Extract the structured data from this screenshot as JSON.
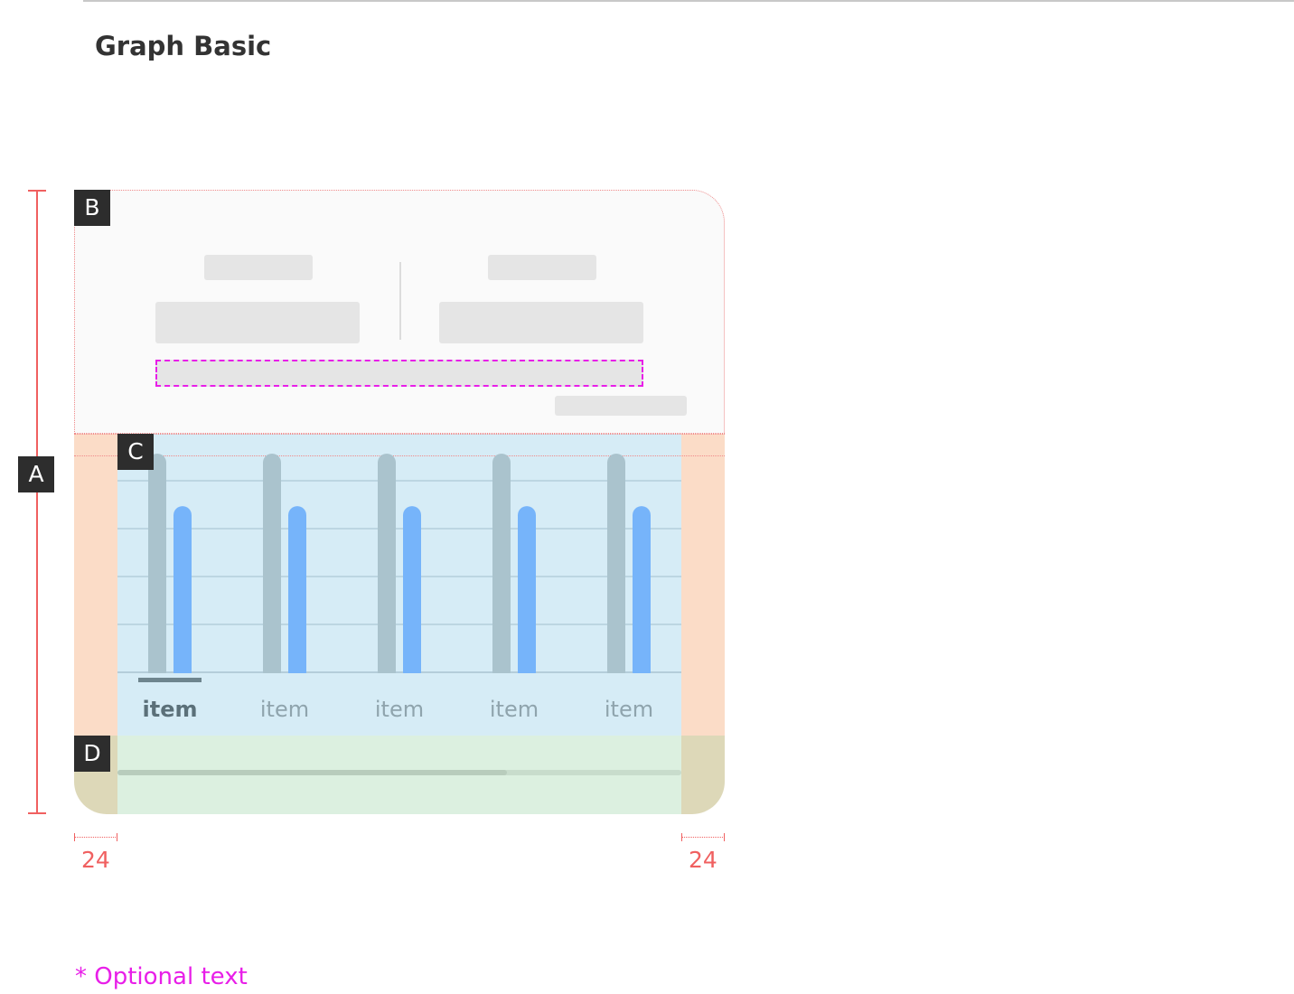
{
  "page": {
    "title": "Graph Basic"
  },
  "tags": {
    "a": "A",
    "b": "B",
    "c": "C",
    "d": "D"
  },
  "chart_data": {
    "type": "bar",
    "categories": [
      "item",
      "item",
      "item",
      "item",
      "item"
    ],
    "selected_index": 0,
    "series": [
      {
        "values": [
          1.0,
          1.0,
          1.0,
          1.0,
          1.0
        ],
        "color": "#aac3cd"
      },
      {
        "values": [
          0.76,
          0.76,
          0.76,
          0.76,
          0.76
        ],
        "color": "#76b4fa"
      }
    ],
    "grid": true,
    "ylim": [
      0,
      1
    ]
  },
  "scrollbar": {
    "position_fraction": 0.69
  },
  "margins": {
    "left_label": "24",
    "right_label": "24"
  },
  "note": {
    "optional": "* Optional text"
  },
  "colors": {
    "highlight": "#e81ee8",
    "annotation": "#f06060",
    "bar_primary": "#76b4fa",
    "bar_secondary": "#aac3cd"
  }
}
